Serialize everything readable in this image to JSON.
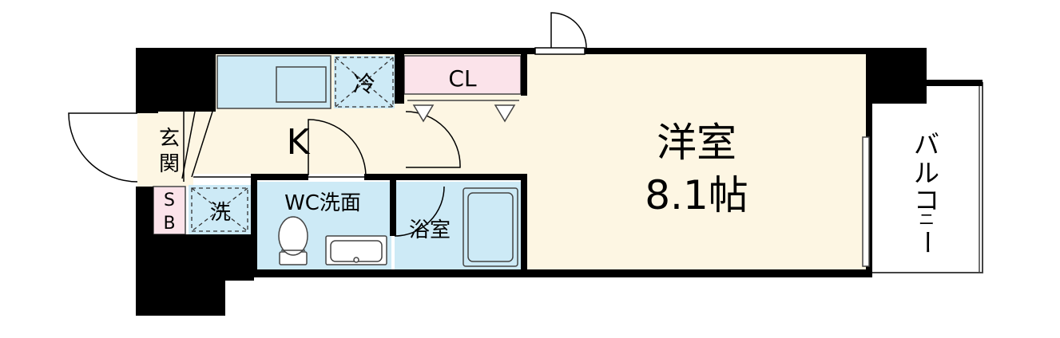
{
  "rooms": {
    "western": {
      "name": "洋室",
      "size": "8.1帖"
    },
    "kitchen": "K",
    "closet": "CL",
    "fridge": "冷",
    "entrance": [
      "玄",
      "関"
    ],
    "shoe_box": [
      "S",
      "B"
    ],
    "washer": "洗",
    "wc_washroom": "WC洗面",
    "bathroom": "浴室",
    "balcony": [
      "バ",
      "ル",
      "コ",
      "ニ",
      "ー"
    ]
  },
  "colors": {
    "wall": "#000000",
    "living": "#fdf6e3",
    "wet_area": "#cdeaf6",
    "closet": "#fbe3ea",
    "shoe_box": "#fbe3ea",
    "fixture_stroke": "#444444"
  }
}
